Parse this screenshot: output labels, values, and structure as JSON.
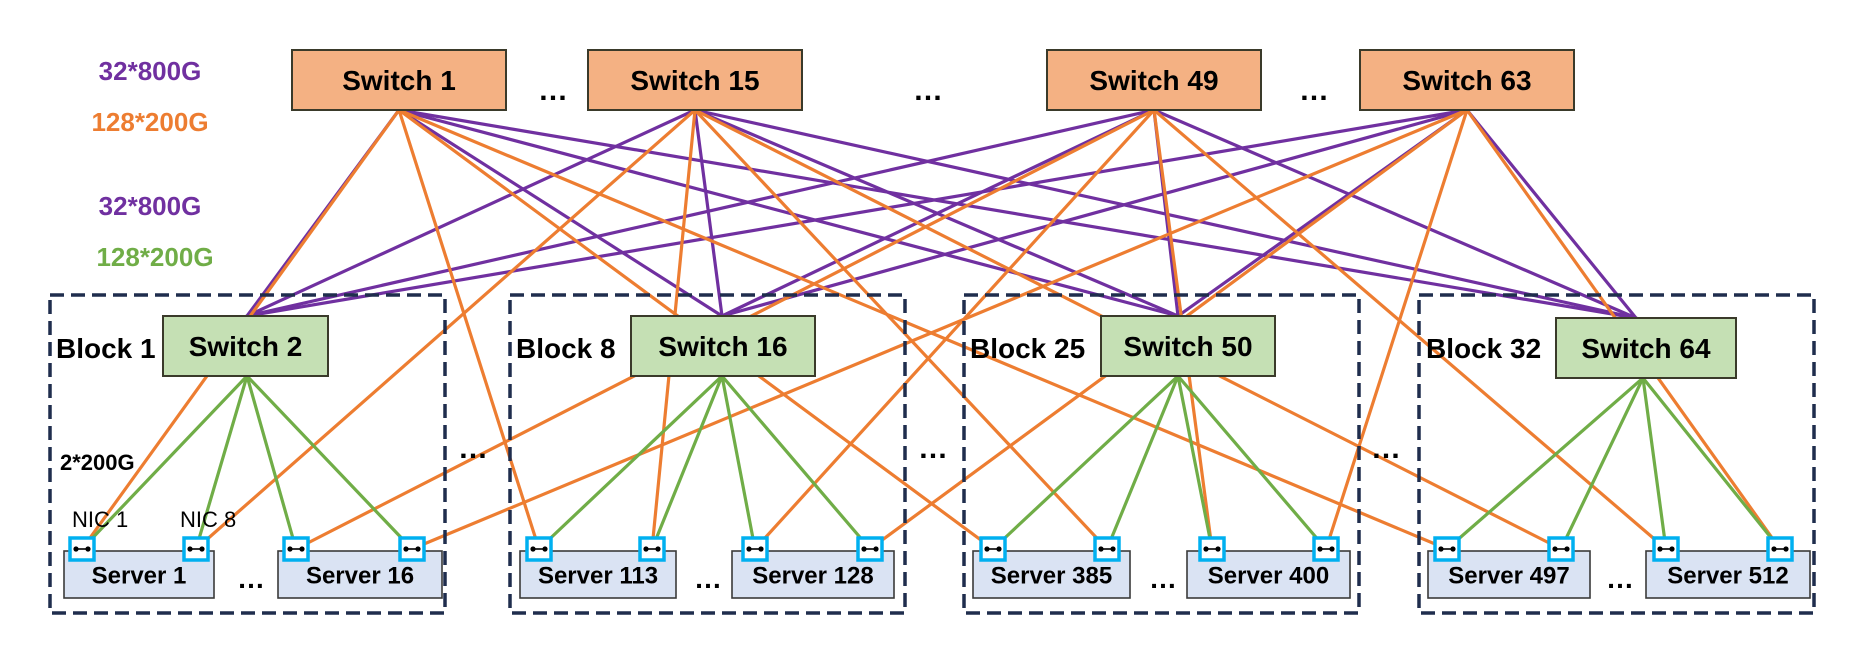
{
  "legend": {
    "spine_purple": "32*800G",
    "spine_orange": "128*200G",
    "leaf_purple": "32*800G",
    "leaf_green": "128*200G"
  },
  "colors": {
    "purple": "#7030a0",
    "orange": "#ed7d31",
    "green": "#70ad47",
    "spine_fill": "#f4b183",
    "leaf_fill": "#c5e0b4",
    "server_fill": "#dae3f3",
    "nic_stroke": "#00b0f0",
    "block_border": "#1f2d4d"
  },
  "spine_switches": [
    "Switch 1",
    "Switch 15",
    "Switch 49",
    "Switch 63"
  ],
  "spine_gap_marks": [
    "…",
    "…",
    "…"
  ],
  "blocks": [
    {
      "label": "Block 1",
      "switch": "Switch 2",
      "servers": [
        "Server 1",
        "Server 16"
      ]
    },
    {
      "label": "Block 8",
      "switch": "Switch 16",
      "servers": [
        "Server 113",
        "Server 128"
      ]
    },
    {
      "label": "Block 25",
      "switch": "Switch 50",
      "servers": [
        "Server 385",
        "Server 400"
      ]
    },
    {
      "label": "Block 32",
      "switch": "Switch 64",
      "servers": [
        "Server 497",
        "Server 512"
      ]
    }
  ],
  "server_gap_mark": "…",
  "block_gap_marks": [
    "…",
    "…",
    "…"
  ],
  "labels": {
    "nic_link": "2*200G",
    "nic_first": "NIC 1",
    "nic_last": "NIC 8"
  }
}
